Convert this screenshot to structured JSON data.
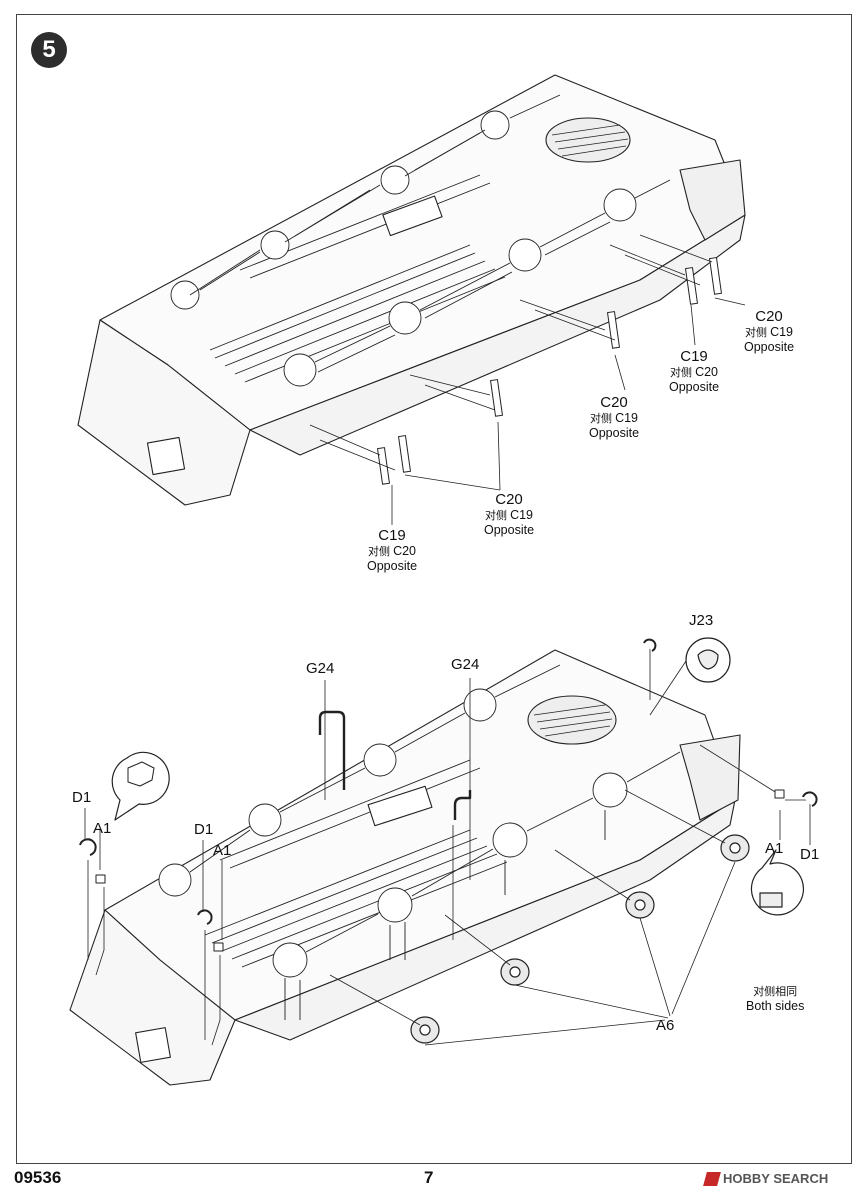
{
  "step": {
    "number": "5"
  },
  "top": {
    "labels": [
      {
        "part": "C20",
        "note_cn": "对侧",
        "note_part": "C19",
        "note_en": "Opposite"
      },
      {
        "part": "C19",
        "note_cn": "对侧",
        "note_part": "C20",
        "note_en": "Opposite"
      },
      {
        "part": "C20",
        "note_cn": "对侧",
        "note_part": "C19",
        "note_en": "Opposite"
      },
      {
        "part": "C20",
        "note_cn": "对侧",
        "note_part": "C19",
        "note_en": "Opposite"
      },
      {
        "part": "C19",
        "note_cn": "对侧",
        "note_part": "C20",
        "note_en": "Opposite"
      }
    ]
  },
  "bottom": {
    "j23": "J23",
    "g24_left": "G24",
    "g24_right": "G24",
    "d1_left": "D1",
    "a1_left": "A1",
    "d1_mid": "D1",
    "a1_mid": "A1",
    "a1_right": "A1",
    "d1_right": "D1",
    "a6": "A6",
    "both_sides_cn": "对侧相同",
    "both_sides_en": "Both sides"
  },
  "footer": {
    "code": "09536",
    "page": "7",
    "watermark": "HOBBY SEARCH"
  }
}
